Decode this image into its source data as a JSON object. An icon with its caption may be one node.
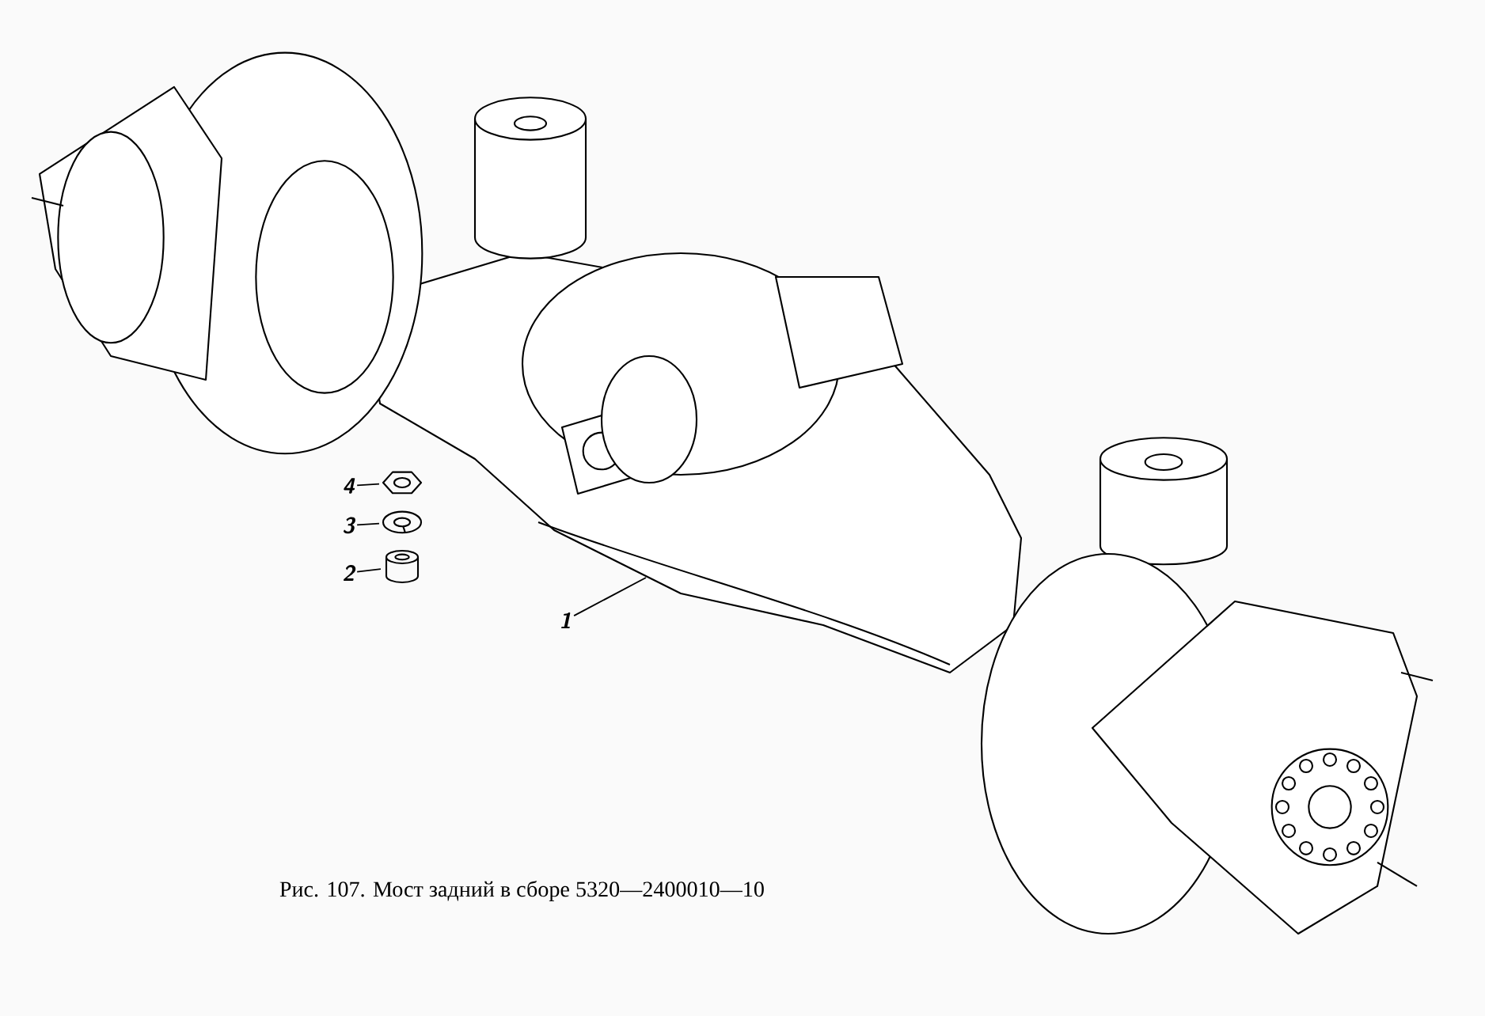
{
  "diagram": {
    "caption": "Рис. 107. Мост задний в сборе 5320—2400010—10",
    "nodes": [
      {
        "text": [
          "4"
        ]
      },
      {
        "text": [],
        "shape": "picture"
      },
      {
        "text": [
          "3"
        ]
      },
      {
        "text": [],
        "shape": "picture"
      },
      {
        "text": [
          "2"
        ]
      },
      {
        "text": [],
        "shape": "picture"
      },
      {
        "text": [
          "1"
        ]
      }
    ],
    "edges": [
      {
        "from": 0,
        "to": 1,
        "arrow": "none"
      },
      {
        "from": 2,
        "to": 3,
        "arrow": "none"
      },
      {
        "from": 4,
        "to": 5,
        "arrow": "none"
      },
      {
        "from": 6,
        "to": null,
        "arrow": "none"
      }
    ]
  }
}
